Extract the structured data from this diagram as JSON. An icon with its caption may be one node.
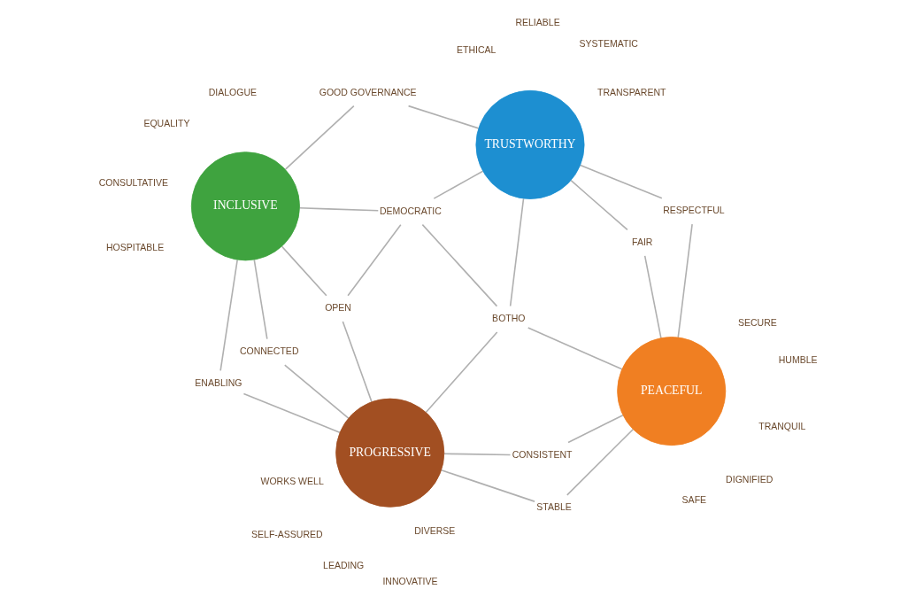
{
  "diagram": {
    "nodes": [
      {
        "text": [
          "PEACEFUL"
        ],
        "beside": [
          "TRANQUIL",
          "SAFE",
          "HUMBLE",
          "DIGNIFIED",
          "SECURE"
        ]
      },
      {
        "text": [
          "PROGRESSIVE"
        ],
        "beside": [
          "DIVERSE",
          "SELF-ASSURED",
          "INNOVATIVE",
          "LEADING",
          "WORKS WELL"
        ]
      },
      {
        "text": [
          "TRUSTWORTHY"
        ],
        "beside": [
          "RELIABLE",
          "ETHICAL",
          "TRANSPARENT",
          "SYSTEMATIC"
        ]
      },
      {
        "text": [
          "INCLUSIVE"
        ],
        "beside": [
          "EQUALITY",
          "DIALOGUE",
          "CONSULTATIVE",
          "HOSPITABLE"
        ]
      },
      {
        "text": [
          "STABLE"
        ]
      },
      {
        "text": [
          "CONSISTENT"
        ]
      },
      {
        "text": [
          "FAIR"
        ]
      },
      {
        "text": [
          "RESPECTFUL"
        ]
      },
      {
        "text": [
          "BOTHO"
        ]
      },
      {
        "text": [
          "OPEN"
        ]
      },
      {
        "text": [
          "ENABLING"
        ]
      },
      {
        "text": [
          "CONNECTED"
        ]
      },
      {
        "text": [
          "DEMOCRATIC"
        ]
      },
      {
        "text": [
          "GOOD GOVERNANCE"
        ]
      }
    ],
    "edges": [
      {
        "from": 0,
        "to": 4,
        "arrow": "none"
      },
      {
        "from": 4,
        "to": 1,
        "arrow": "none"
      },
      {
        "from": 0,
        "to": 5,
        "arrow": "none"
      },
      {
        "from": 5,
        "to": 1,
        "arrow": "none"
      },
      {
        "from": 0,
        "to": 8,
        "arrow": "none"
      },
      {
        "from": 1,
        "to": 8,
        "arrow": "none"
      },
      {
        "from": 8,
        "to": 2,
        "arrow": "none"
      },
      {
        "from": 8,
        "to": 12,
        "arrow": "none"
      },
      {
        "from": 0,
        "to": 6,
        "arrow": "none"
      },
      {
        "from": 6,
        "to": 2,
        "arrow": "none"
      },
      {
        "from": 0,
        "to": 7,
        "arrow": "none"
      },
      {
        "from": 7,
        "to": 2,
        "arrow": "none"
      },
      {
        "from": 1,
        "to": 9,
        "arrow": "none"
      },
      {
        "from": 9,
        "to": 12,
        "arrow": "none"
      },
      {
        "from": 9,
        "to": 3,
        "arrow": "none"
      },
      {
        "from": 12,
        "to": 2,
        "arrow": "none"
      },
      {
        "from": 12,
        "to": 3,
        "arrow": "none"
      },
      {
        "from": 1,
        "to": 10,
        "arrow": "none"
      },
      {
        "from": 10,
        "to": 3,
        "arrow": "none"
      },
      {
        "from": 1,
        "to": 11,
        "arrow": "none"
      },
      {
        "from": 11,
        "to": 3,
        "arrow": "none"
      },
      {
        "from": 2,
        "to": 13,
        "arrow": "none"
      },
      {
        "from": 13,
        "to": 3,
        "arrow": "none"
      }
    ]
  }
}
